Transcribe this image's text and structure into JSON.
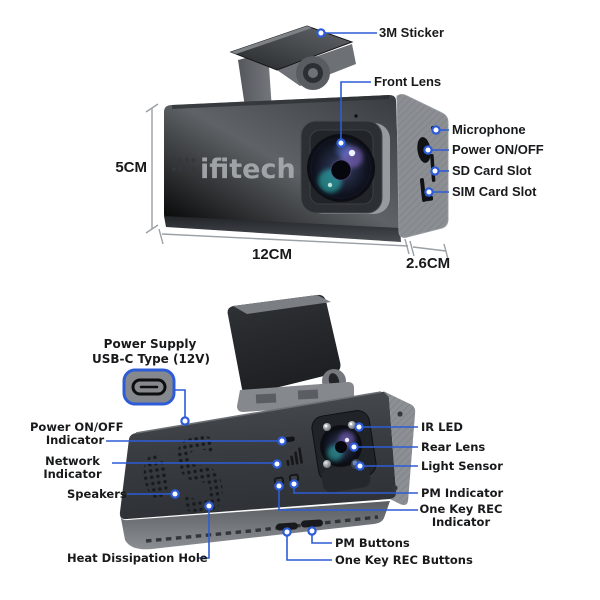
{
  "colors": {
    "accent_blue": "#2d5cd6",
    "dimension_gray": "#9aa0a5",
    "label_text": "#18191b"
  },
  "front_view": {
    "brand": "ifitech",
    "callouts": {
      "sticker": "3M Sticker",
      "front_lens": "Front Lens",
      "microphone": "Microphone",
      "power": "Power ON/OFF",
      "sd_slot": "SD Card Slot",
      "sim_slot": "SIM Card Slot"
    },
    "dimensions": {
      "height": "5CM",
      "length": "12CM",
      "depth": "2.6CM"
    }
  },
  "rear_view": {
    "callouts": {
      "power_supply_line1": "Power Supply",
      "power_supply_line2": "USB-C Type (12V)",
      "power_ind_line1": "Power ON/OFF",
      "power_ind_line2": "Indicator",
      "network_line1": "Network",
      "network_line2": "Indicator",
      "speakers": "Speakers",
      "heat": "Heat Dissipation Hole",
      "ir_led": "IR LED",
      "rear_lens": "Rear Lens",
      "light_sensor": "Light Sensor",
      "pm_indicator": "PM Indicator",
      "rec_ind_line1": "One Key REC",
      "rec_ind_line2": "Indicator",
      "pm_buttons": "PM Buttons",
      "rec_buttons": "One Key REC Buttons"
    }
  }
}
